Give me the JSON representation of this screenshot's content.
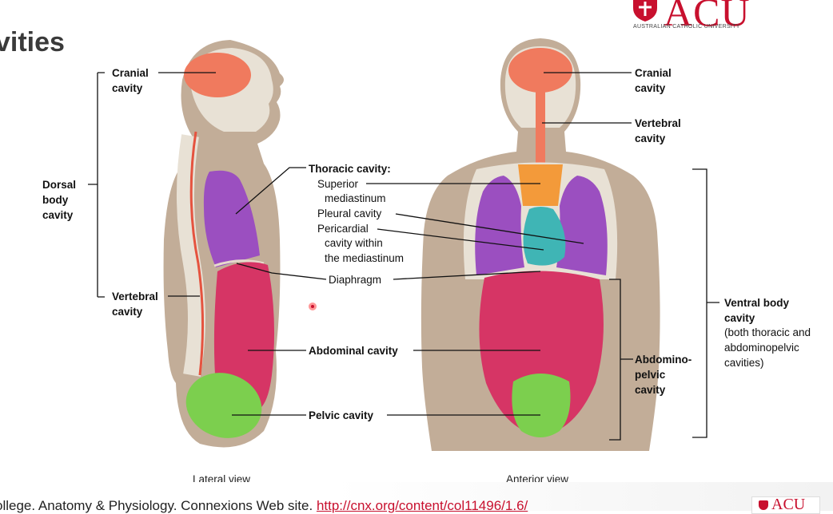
{
  "slide": {
    "title": "vities",
    "logo_word": "ACU",
    "logo_subtitle": "AUSTRALIAN CATHOLIC UNIVERSITY",
    "footer_prefix": "ollege. Anatomy & Physiology. Connexions Web site. ",
    "footer_link": "http://cnx.org/content/col11496/1.6/",
    "mini_logo_word": "ACU"
  },
  "labels": {
    "lat_cranial_1": "Cranial",
    "lat_cranial_2": "cavity",
    "dorsal_1": "Dorsal",
    "dorsal_2": "body",
    "dorsal_3": "cavity",
    "lat_vertebral_1": "Vertebral",
    "lat_vertebral_2": "cavity",
    "thoracic": "Thoracic cavity:",
    "superior_1": "Superior",
    "superior_2": "mediastinum",
    "pleural": "Pleural cavity",
    "pericardial_1": "Pericardial",
    "pericardial_2": "cavity within",
    "pericardial_3": "the mediastinum",
    "diaphragm": "Diaphragm",
    "abdominal": "Abdominal cavity",
    "pelvic": "Pelvic cavity",
    "ant_cranial_1": "Cranial",
    "ant_cranial_2": "cavity",
    "ant_vertebral_1": "Vertebral",
    "ant_vertebral_2": "cavity",
    "ventral_1": "Ventral body",
    "ventral_2": "cavity",
    "ventral_3": "(both thoracic and",
    "ventral_4": "abdominopelvic",
    "ventral_5": "cavities)",
    "abdomino_1": "Abdomino-",
    "abdomino_2": "pelvic",
    "abdomino_3": "cavity",
    "lateral_view": "Lateral view",
    "anterior_view": "Anterior view"
  },
  "colors": {
    "cranial": "#f07a5e",
    "thoracic_lungs": "#9b4fc0",
    "superior_mediastinum": "#f39a3a",
    "pericardial": "#3fb5b5",
    "abdominal": "#d63565",
    "pelvic": "#7ccf4e",
    "body": "#c2ad98",
    "bone": "#ece6dc",
    "accent": "#c8102e"
  }
}
